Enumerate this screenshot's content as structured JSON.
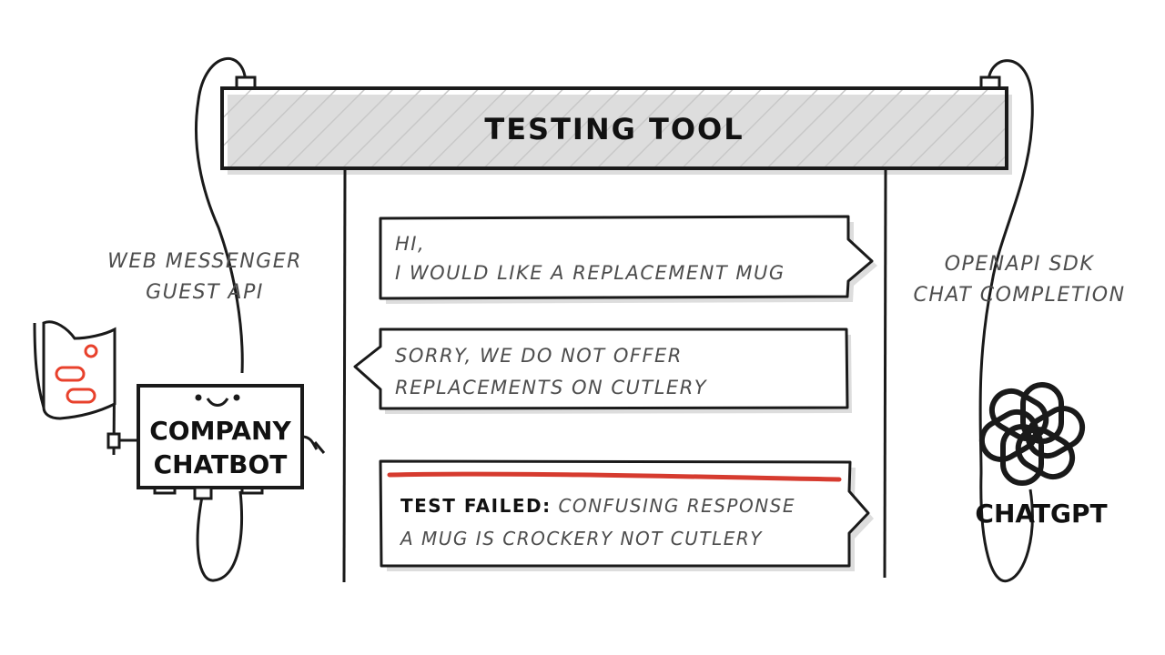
{
  "title": "TESTING TOOL",
  "left_endpoint": {
    "line1": "WEB MESSENGER",
    "line2": "GUEST API"
  },
  "right_endpoint": {
    "line1": "OPENAPI SDK",
    "line2": "CHAT COMPLETION"
  },
  "company_chatbot": {
    "line1": "COMPANY",
    "line2": "CHATBOT"
  },
  "chatgpt": {
    "label": "CHATGPT"
  },
  "messages": {
    "request": {
      "line1": "HI,",
      "line2": "I WOULD LIKE A REPLACEMENT MUG"
    },
    "response": {
      "line1": "SORRY, WE DO NOT OFFER",
      "line2": "REPLACEMENTS ON CUTLERY"
    },
    "result": {
      "status": "TEST FAILED:",
      "line1_rest": " CONFUSING RESPONSE",
      "line2": "A MUG IS CROCKERY NOT CUTLERY"
    }
  },
  "colors": {
    "ink": "#1a1a1a",
    "text": "#4d4d4d",
    "accent": "#e8412c",
    "shadow": "#dddddd"
  }
}
